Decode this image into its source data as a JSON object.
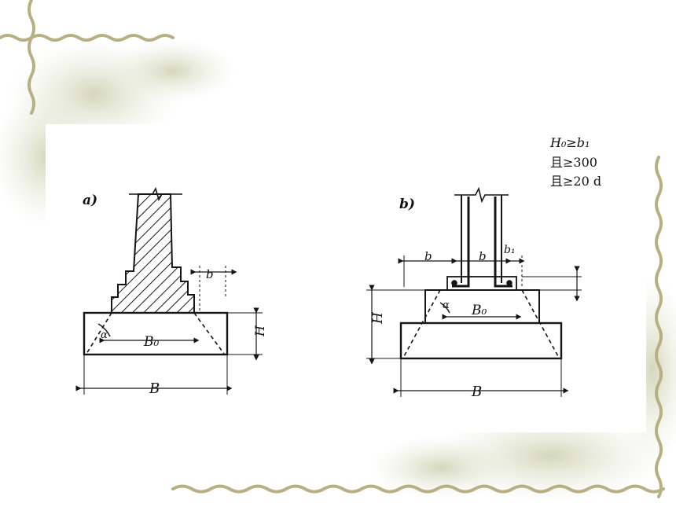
{
  "figure": {
    "panel_a_label": "a)",
    "panel_b_label": "b)",
    "conditions": [
      "H₀≥b₁",
      "且≥300",
      "且≥20 d"
    ]
  },
  "diagram_a": {
    "b_label": "b",
    "h_label": "H",
    "b0_label": "B₀",
    "width_label": "B",
    "angle_label": "α"
  },
  "diagram_b": {
    "b_left_label": "b",
    "b_mid_label": "b",
    "b1_label": "b₁",
    "h_label": "H",
    "b0_label": "B₀",
    "width_label": "B",
    "angle_label": "α"
  },
  "colors": {
    "ink": "#151515",
    "background_leaf": "#d9dcc4",
    "vine": "#b9b184"
  }
}
